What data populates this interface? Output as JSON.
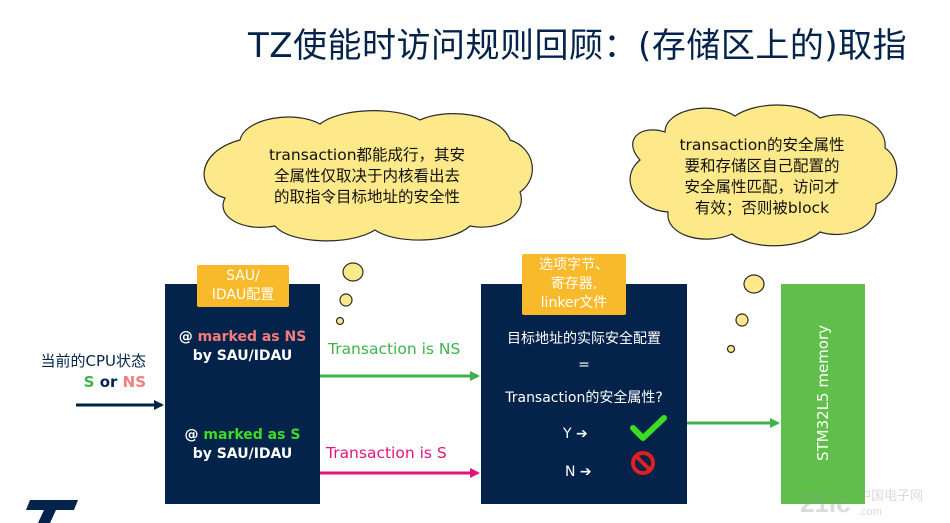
{
  "title": "TZ使能时访问规则回顾：(存储区上的)取指",
  "cloud_left": {
    "lines": [
      "transaction都能成行，其安",
      "全属性仅取决于内核看出去",
      "的取指令目标地址的安全性"
    ]
  },
  "cloud_right": {
    "lines": [
      "transaction的安全属性",
      "要和存储区自己配置的",
      "安全属性匹配，访问才",
      "有效；否则被block"
    ]
  },
  "sau_tag": {
    "lines": [
      "SAU/",
      "IDAU配置"
    ]
  },
  "option_tag": {
    "lines": [
      "选项字节、",
      "寄存器,",
      "linker文件"
    ]
  },
  "cpu_state": {
    "line1": "当前的CPU状态",
    "s": "S",
    "or": " or ",
    "ns": "NS"
  },
  "left_panel": {
    "ns_at": "@ ",
    "ns_marked": "marked as NS",
    "ns_by": "by SAU/IDAU",
    "s_at": "@ ",
    "s_marked": "marked as S",
    "s_by": "by SAU/IDAU"
  },
  "arrows": {
    "ns_label": "Transaction is NS",
    "s_label": "Transaction is S"
  },
  "right_panel": {
    "line1": "目标地址的实际安全配置",
    "eq": "=",
    "line2": "Transaction的安全属性?",
    "yes": "Y ➔",
    "no": "N ➔"
  },
  "memory": {
    "label": "STM32L5 memory"
  },
  "colors": {
    "navy": "#03234b",
    "green": "#3cb44b",
    "bright_green": "#3ddc24",
    "pink": "#e2147b",
    "salmon": "#f47c7c",
    "cloud": "#fde98a",
    "tag": "#f8b92a",
    "memory_green": "#5fbf4a"
  }
}
